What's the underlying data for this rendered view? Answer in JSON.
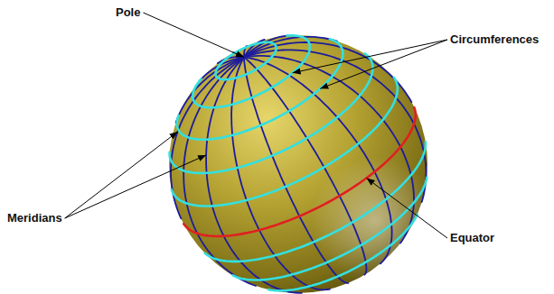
{
  "diagram": {
    "labels": [
      "Pole",
      "Circumferences",
      "Meridians",
      "Equator"
    ]
  }
}
